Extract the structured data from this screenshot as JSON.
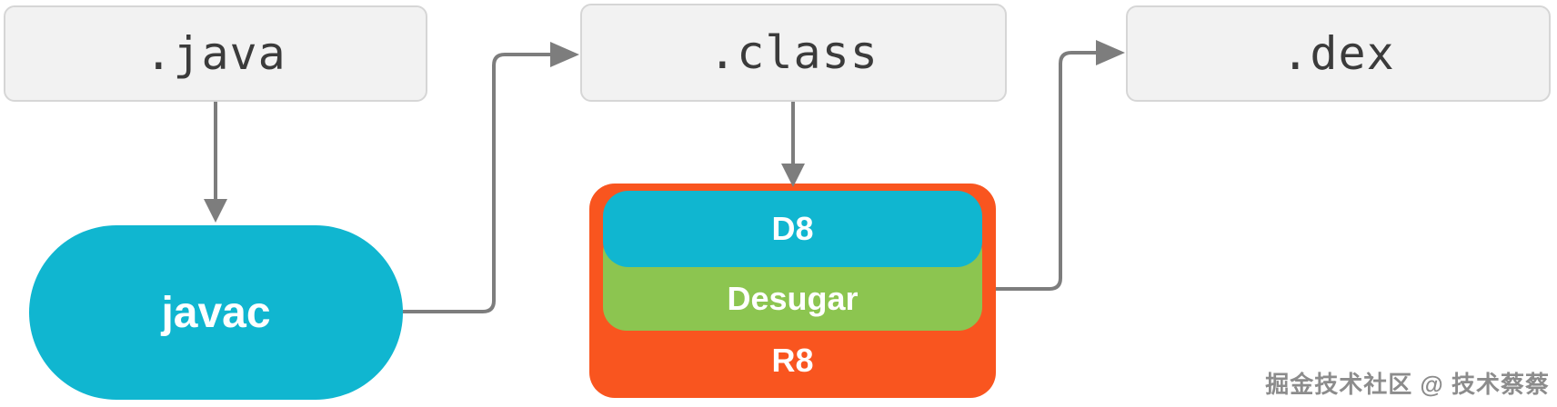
{
  "diagram": {
    "title_hint": "java-to-dex-compilation-pipeline",
    "nodes": {
      "java": {
        "label": ".java"
      },
      "class": {
        "label": ".class"
      },
      "dex": {
        "label": ".dex"
      },
      "javac": {
        "label": "javac"
      },
      "d8": {
        "label": "D8"
      },
      "desugar": {
        "label": "Desugar"
      },
      "r8": {
        "label": "R8"
      }
    },
    "edges": [
      {
        "from": "java",
        "to": "javac"
      },
      {
        "from": "javac",
        "to": "class"
      },
      {
        "from": "class",
        "to": "d8"
      },
      {
        "from": "r8",
        "to": "dex"
      }
    ],
    "watermark": "掘金技术社区 @ 技术蔡蔡",
    "colors": {
      "cyan": "#10b6d0",
      "green": "#8cc550",
      "orange": "#f9551f",
      "box-fill": "#f2f2f2",
      "box-border": "#d6d6d6",
      "box-text": "#3b3b3b",
      "arrow": "#7d7d7d"
    }
  }
}
